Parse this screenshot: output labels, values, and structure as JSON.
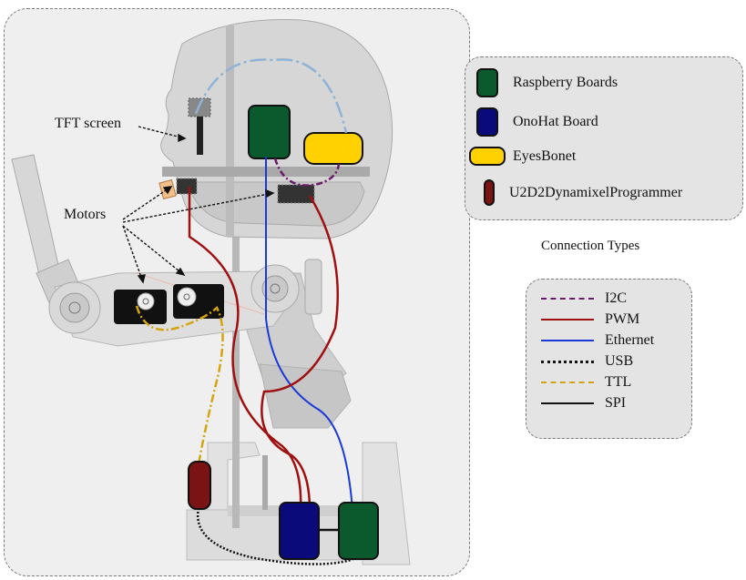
{
  "annotations": {
    "tft_screen": "TFT screen",
    "motors": "Motors"
  },
  "components_legend": [
    {
      "label": "Raspberry Boards",
      "color": "#0b5a2e",
      "shape": "rounded-rect"
    },
    {
      "label": "OnoHat Board",
      "color": "#0a0a7a",
      "shape": "rounded-rect"
    },
    {
      "label": "EyesBonet",
      "color": "#ffd100",
      "shape": "pill"
    },
    {
      "label": "U2D2DynamixelProgrammer",
      "color": "#7a1414",
      "shape": "capsule"
    }
  ],
  "connection_types_title": "Connection Types",
  "connections_legend": [
    {
      "label": "I2C",
      "color": "#6a1a6a",
      "style": "dash-dot"
    },
    {
      "label": "PWM",
      "color": "#a01010",
      "style": "solid"
    },
    {
      "label": "Ethernet",
      "color": "#1a3ad8",
      "style": "solid"
    },
    {
      "label": "USB",
      "color": "#111111",
      "style": "dotted"
    },
    {
      "label": "TTL",
      "color": "#d4a410",
      "style": "dash-dot"
    },
    {
      "label": "SPI",
      "color": "#111111",
      "style": "solid"
    }
  ]
}
